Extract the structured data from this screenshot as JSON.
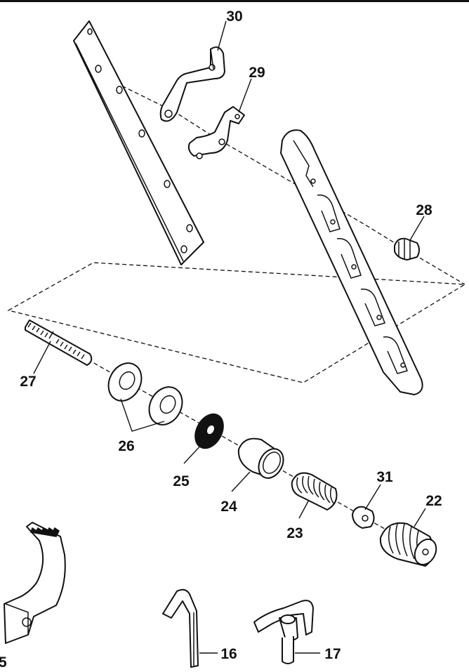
{
  "callouts": [
    {
      "id": "c30",
      "text": "30"
    },
    {
      "id": "c29",
      "text": "29"
    },
    {
      "id": "c28",
      "text": "28"
    },
    {
      "id": "c27",
      "text": "27"
    },
    {
      "id": "c26",
      "text": "26"
    },
    {
      "id": "c25",
      "text": "25"
    },
    {
      "id": "c24",
      "text": "24"
    },
    {
      "id": "c23",
      "text": "23"
    },
    {
      "id": "c31",
      "text": "31"
    },
    {
      "id": "c22",
      "text": "22"
    },
    {
      "id": "c16",
      "text": "16"
    },
    {
      "id": "c17",
      "text": "17"
    },
    {
      "id": "c5",
      "text": "5"
    }
  ]
}
